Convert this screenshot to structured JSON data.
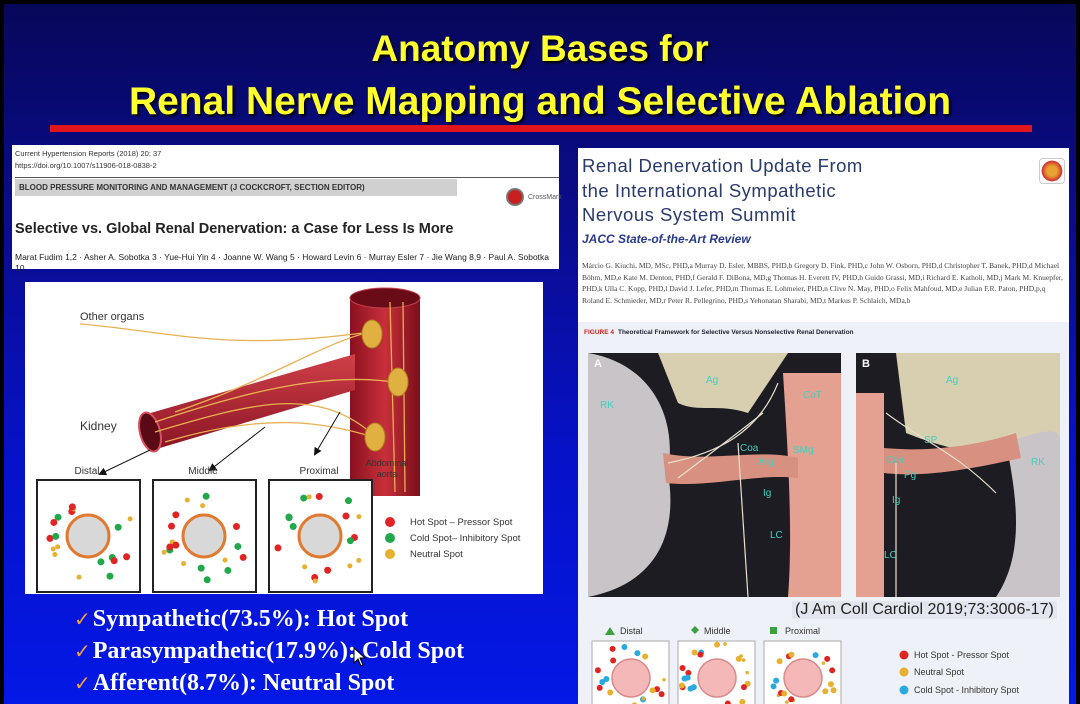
{
  "slide": {
    "title_line1": "Anatomy Bases for",
    "title_line2": "Renal Nerve Mapping and Selective Ablation",
    "colors": {
      "title": "#ffff2e",
      "rule": "#e0161c",
      "hot": "#e02424",
      "cold": "#22a84a",
      "neutral": "#e8b030",
      "cold_blue": "#2aa8e0"
    }
  },
  "paper1": {
    "journal": "Current Hypertension Reports (2018) 20: 37",
    "doi": "https://doi.org/10.1007/s11906-018-0838-2",
    "section": "BLOOD PRESSURE MONITORING AND MANAGEMENT (J COCKCROFT, SECTION EDITOR)",
    "crossmark": "CrossMark",
    "title": "Selective vs. Global Renal Denervation: a Case for Less Is More",
    "authors": "Marat Fudim 1,2 · Asher A. Sobotka 3 · Yue-Hui Yin 4 · Joanne W. Wang 5 · Howard Levin 6 · Murray Esler 7 · Jie Wang 8,9 · Paul A. Sobotka 10"
  },
  "diagram": {
    "other_organs": "Other organs",
    "kidney": "Kidney",
    "aorta_line1": "Abdominal",
    "aorta_line2": "aorta",
    "panels": [
      "Distal",
      "Middle",
      "Proximal"
    ],
    "legend": [
      "Hot Spot – Pressor Spot",
      "Cold Spot– Inhibitory Spot",
      "Neutral Spot"
    ]
  },
  "paper2": {
    "title_lines": [
      "Renal Denervation Update From",
      "the International Sympathetic",
      "Nervous System Summit"
    ],
    "subtitle": "JACC State-of-the-Art Review",
    "authors": "Márcio G. Kiuchi, MD, MSc, PHD,a Murray D. Esler, MBBS, PHD,b Gregory D. Fink, PHD,c John W. Osborn, PHD,d Christopher T. Banek, PHD,d Michael Böhm, MD,e Kate M. Denton, PHD,f Gerald F. DiBona, MD,g Thomas H. Everett IV, PHD,h Guido Grassi, MD,i Richard E. Katholi, MD,j Mark M. Knuepfer, PHD,k Ulla C. Kopp, PHD,l David J. Lefer, PHD,m Thomas E. Lohmeier, PHD,n Clive N. May, PHD,o Felix Mahfoud, MD,e Julian F.R. Paton, PHD,p,q Roland E. Schmieder, MD,r Peter R. Pellegrino, PHD,s Yehonatan Sharabi, MD,t Markus P. Schlaich, MDa,b"
  },
  "figure4": {
    "label": "FIGURE 4",
    "caption": "Theoretical Framework for Selective Versus Nonselective Renal Denervation",
    "panel_a": {
      "letter": "A",
      "labels": [
        "RK",
        "Ag",
        "CoT",
        "Coa",
        "Arg",
        "SMg",
        "Ig",
        "LC"
      ]
    },
    "panel_b": {
      "letter": "B",
      "labels": [
        "Ag",
        "SP",
        "Coa",
        "Pg",
        "Ig",
        "RK",
        "LC"
      ]
    },
    "citation": "(J Am Coll Cardiol 2019;73:3006-17)",
    "panels": [
      "Distal",
      "Middle",
      "Proximal"
    ],
    "legend": [
      "Hot Spot - Pressor Spot",
      "Neutral Spot",
      "Cold Spot - Inhibitory Spot"
    ]
  },
  "bullets": [
    {
      "check": "✓",
      "text": "Sympathetic(73.5%): Hot Spot"
    },
    {
      "check": "✓",
      "text": "Parasympathetic(17.9%):  Cold Spot"
    },
    {
      "check": "✓",
      "text": "Afferent(8.7%):  Neutral Spot"
    }
  ]
}
